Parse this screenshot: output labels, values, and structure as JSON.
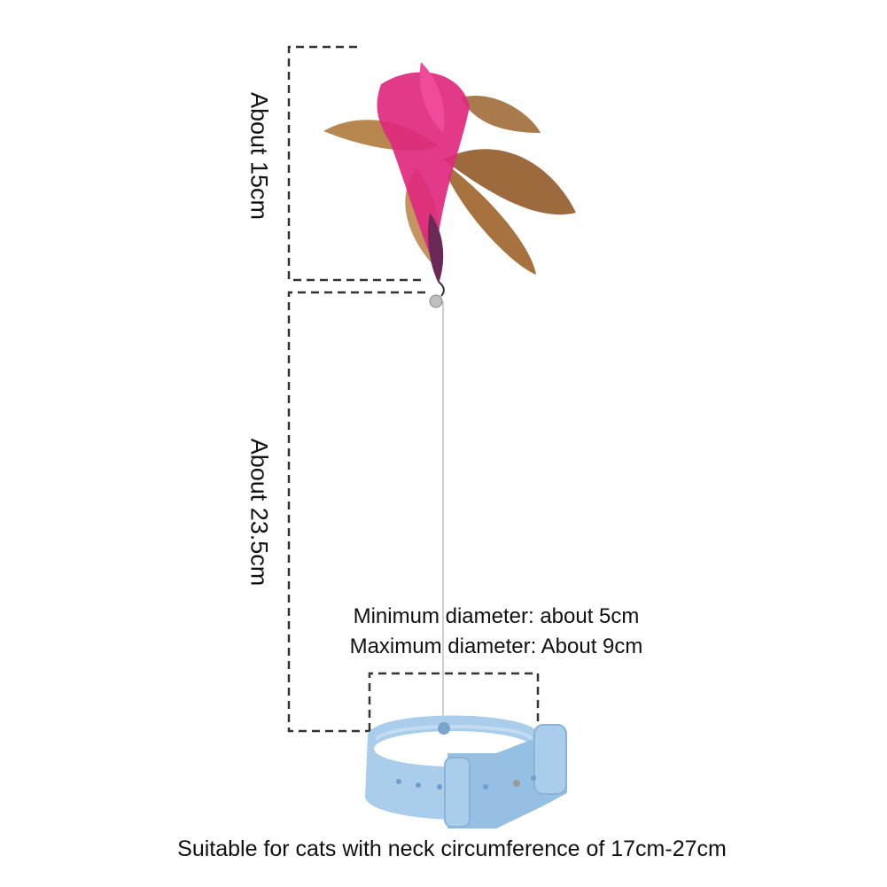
{
  "labels": {
    "feather_length": "About 15cm",
    "wire_length": "About 23.5cm",
    "min_diameter": "Minimum diameter: about 5cm",
    "max_diameter": "Maximum diameter: About 9cm",
    "caption": "Suitable for cats with neck circumference of 17cm-27cm"
  },
  "colors": {
    "collar": "#a9cdea",
    "feather_pink": "#e0287f",
    "feather_brown": "#b07a48"
  }
}
